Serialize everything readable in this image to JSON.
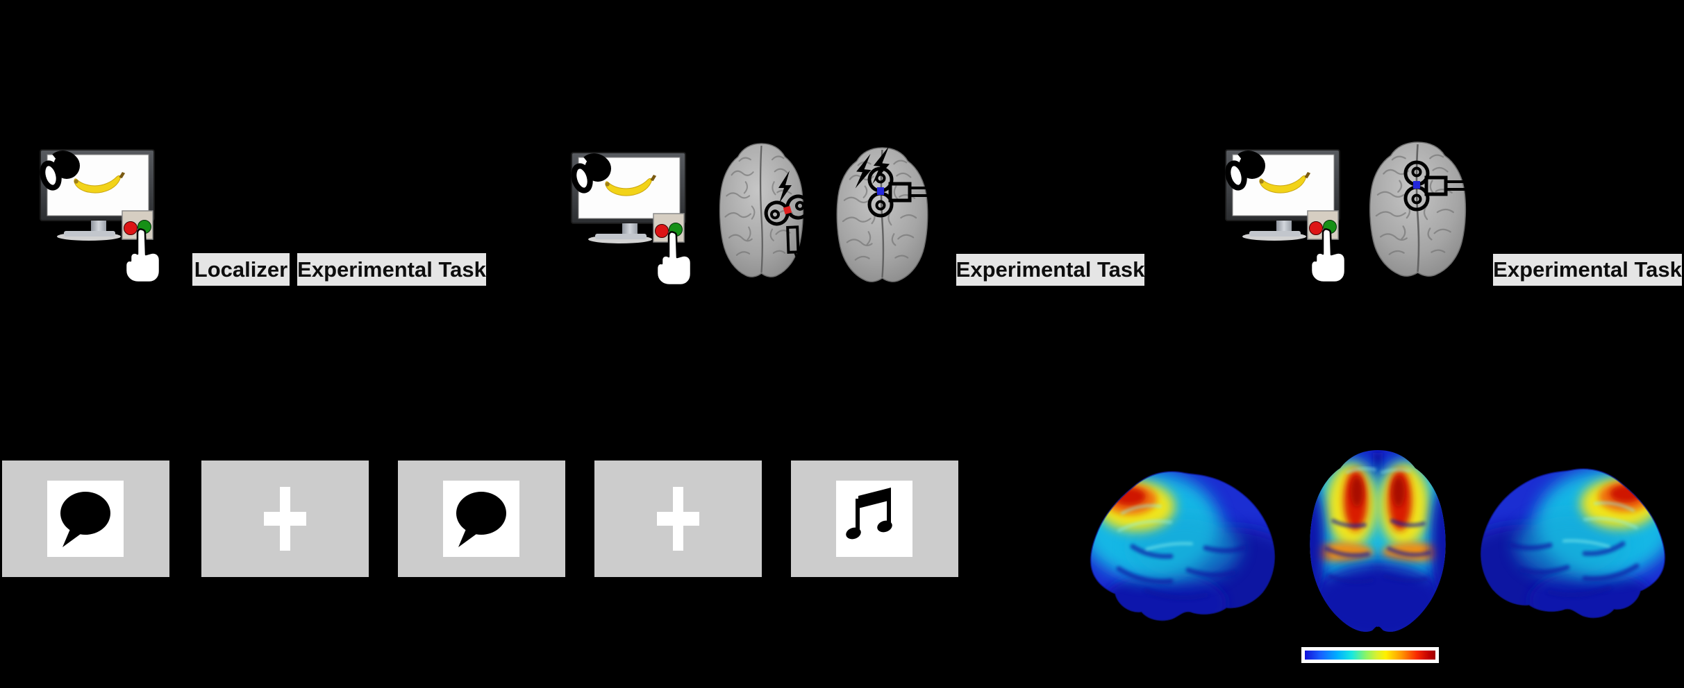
{
  "background": "#000000",
  "labels": {
    "localizer": "Localizer",
    "experimental_task": "Experimental Task"
  },
  "panels": [
    {
      "id": "panel-1",
      "label_boxes": [
        "Localizer",
        "Experimental Task"
      ],
      "components": [
        "monitor-with-banana",
        "headphones",
        "button-box",
        "pointing-hand"
      ]
    },
    {
      "id": "panel-2",
      "label_boxes": [
        "Experimental Task"
      ],
      "components": [
        "monitor-with-banana",
        "headphones",
        "button-box",
        "pointing-hand",
        "brain-with-lateral-coil-red-target-one-bolt",
        "brain-with-midline-coil-blue-target-two-bolts"
      ]
    },
    {
      "id": "panel-3",
      "label_boxes": [
        "Experimental Task"
      ],
      "components": [
        "monitor-with-banana",
        "headphones",
        "button-box",
        "pointing-hand",
        "brain-with-midline-coil-blue-target"
      ]
    }
  ],
  "stimulus_on_screen": "banana",
  "button_box": {
    "left_button_color": "#dd1515",
    "right_button_color": "#169016"
  },
  "tms_targets": {
    "lateral_marker_color": "#e02020",
    "midline_marker_color": "#2428dd"
  },
  "trial_sequence": [
    "speech-bubble",
    "fixation-cross",
    "speech-bubble",
    "fixation-cross",
    "music-note"
  ],
  "trial_screen_color": "#cccccc",
  "brain_maps": {
    "views": [
      "left-lateral",
      "superior",
      "right-lateral"
    ],
    "colormap": "jet",
    "colorbar_colors": [
      "#1212d8",
      "#1860ff",
      "#00b0ff",
      "#18e8e0",
      "#8cf564",
      "#d8f030",
      "#fff000",
      "#ff9800",
      "#f82800",
      "#a00000"
    ]
  }
}
